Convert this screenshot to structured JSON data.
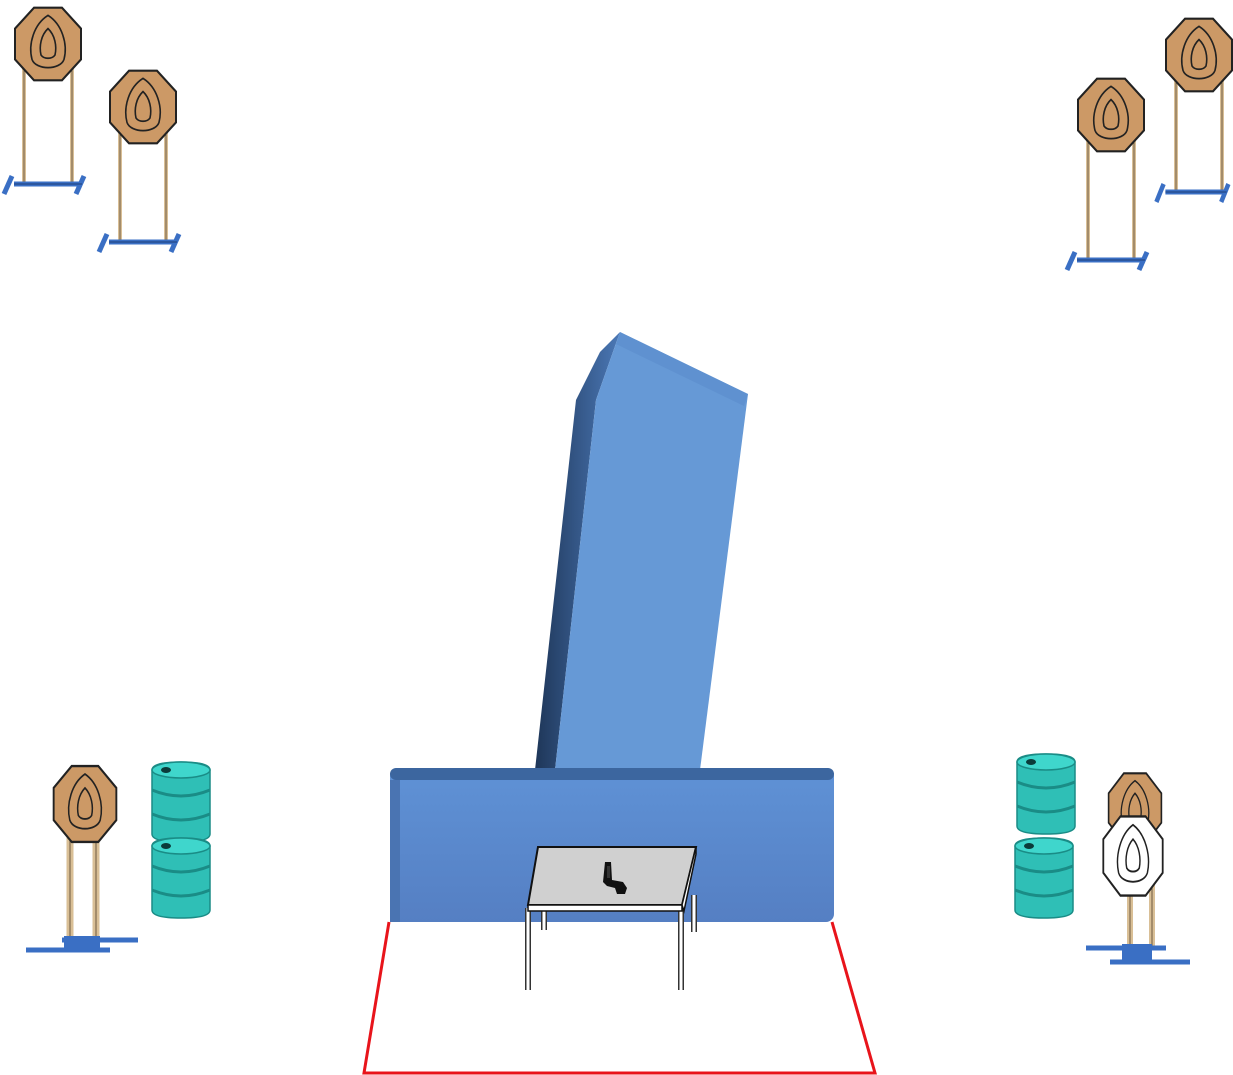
{
  "scene": {
    "colors": {
      "target_fill": "#cc9966",
      "target_stroke": "#222222",
      "no_shoot_fill": "#ffffff",
      "stand_leg": "#d9bf96",
      "stand_base": "#3a6fc4",
      "wall_front": "#5b8bd0",
      "wall_side": "#2b4f80",
      "barrel": "#2fbfb6",
      "barrel_dark": "#1a8c86",
      "table_top": "#d0d0d0",
      "fault_line": "#e8141b",
      "pistol": "#111111"
    },
    "icons": {
      "steel_target": "octagon-steel-target-icon",
      "no_shoot": "no-shoot-target-icon",
      "barrel": "oil-barrel-icon",
      "pistol": "pistol-icon"
    },
    "counts": {
      "steel_targets": 6,
      "no_shoot_targets": 1,
      "barrel_stacks": 2,
      "barrels_per_stack": 2
    }
  }
}
